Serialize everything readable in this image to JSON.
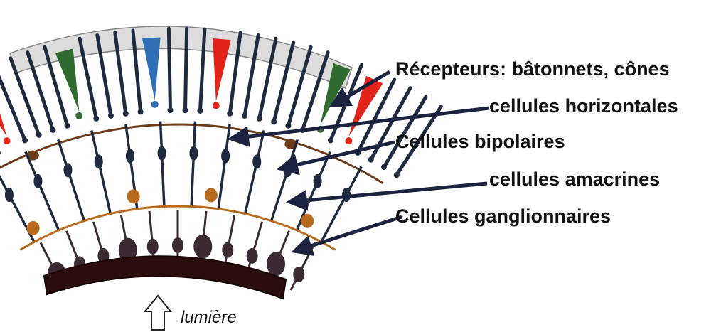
{
  "labels": {
    "receptors": "Récepteurs: bâtonnets, cônes",
    "horizontal": "cellules horizontales",
    "bipolar": "Cellules bipolaires",
    "amacrine": "cellules amacrines",
    "ganglion": "Cellules ganglionnaires",
    "light": "lumière"
  },
  "colors": {
    "arrow": "#1c2340",
    "rod": "#1e2a3f",
    "cone_red": "#e2231a",
    "cone_green": "#2f6a2e",
    "cone_blue": "#2f6fb6",
    "amacrine": "#b86a1e",
    "horizontal": "#6b3b1a",
    "ganglion": "#3b2a33",
    "nerve_layer": "#2a0d0d"
  },
  "cone_sequence": [
    "red",
    "green",
    "blue",
    "red",
    "green",
    "red"
  ]
}
